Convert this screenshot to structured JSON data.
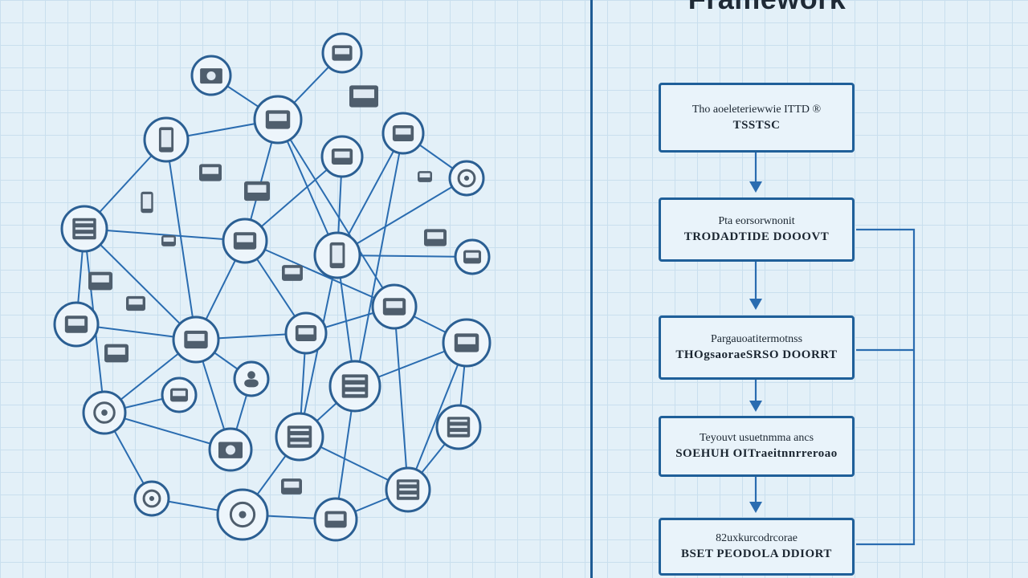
{
  "framework": {
    "title": "Framework",
    "steps": [
      {
        "line1": "Tho aoeleteriewwie ITTD ®",
        "line2": "TSSTSC"
      },
      {
        "line1": "Pta eorsorwnonit",
        "line2": "TRODADTIDE DOOOVT"
      },
      {
        "line1": "Pargauoatitermotnss",
        "line2": "THOgsaoraeSRSO DOORRT"
      },
      {
        "line1": "Teyouvt usuetnmma ancs",
        "line2": "SOEHUH OITraeitnnrreroao"
      },
      {
        "line1": "82uxkurcodrcorae",
        "line2": "BSET PEODOLA DDIORT"
      }
    ]
  },
  "colors": {
    "line": "#2a6cb0",
    "node_fill": "#edf5fb",
    "node_stroke": "#2b5f93",
    "icon": "#4f5e6d",
    "box_border": "#1f5f99"
  },
  "network": {
    "nodes": [
      {
        "id": "n1",
        "icon": "document-icon"
      },
      {
        "id": "n2",
        "icon": "camera-icon"
      },
      {
        "id": "n3",
        "icon": "laptop-icon"
      },
      {
        "id": "n4",
        "icon": "phone-icon"
      },
      {
        "id": "n5",
        "icon": "fish-icon"
      },
      {
        "id": "n6",
        "icon": "battery-icon"
      },
      {
        "id": "n7",
        "icon": "globe-icon"
      },
      {
        "id": "n8",
        "icon": "server-rack-icon"
      },
      {
        "id": "n9",
        "icon": "monitor-icon"
      },
      {
        "id": "n10",
        "icon": "tablet-icon"
      },
      {
        "id": "n11",
        "icon": "gear-icon"
      },
      {
        "id": "n12",
        "icon": "device-icon"
      },
      {
        "id": "n13",
        "icon": "terminal-icon"
      },
      {
        "id": "n14",
        "icon": "chip-icon"
      },
      {
        "id": "n15",
        "icon": "car-icon"
      },
      {
        "id": "n16",
        "icon": "lock-icon"
      },
      {
        "id": "n17",
        "icon": "user-icon"
      },
      {
        "id": "n18",
        "icon": "router-icon"
      },
      {
        "id": "n19",
        "icon": "printer-icon"
      },
      {
        "id": "n20",
        "icon": "pin-icon"
      },
      {
        "id": "n21",
        "icon": "server-icon"
      },
      {
        "id": "n22",
        "icon": "speaker-icon"
      },
      {
        "id": "n23",
        "icon": "camera-icon"
      },
      {
        "id": "n24",
        "icon": "building-icon"
      },
      {
        "id": "n25",
        "icon": "clock-icon"
      },
      {
        "id": "n26",
        "icon": "sensor-icon"
      },
      {
        "id": "n27",
        "icon": "drive-icon"
      }
    ],
    "loose_icons": [
      "briefcase-icon",
      "folder-icon",
      "card-icon",
      "phone-icon",
      "keyboard-icon",
      "calendar-icon",
      "bell-icon",
      "list-icon",
      "display-icon",
      "wrench-icon",
      "box-icon",
      "card-icon"
    ]
  }
}
